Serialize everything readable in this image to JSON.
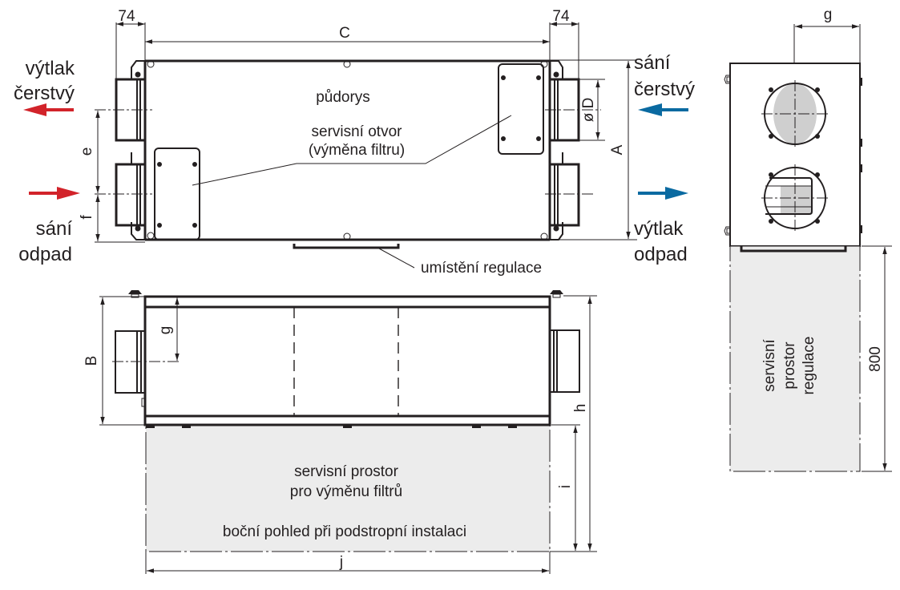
{
  "plan_view": {
    "title": "půdorys",
    "service_opening_line1": "servisní otvor",
    "service_opening_line2": "(výměna filtru)",
    "control_location": "umístění regulace"
  },
  "airflows": {
    "left_top": {
      "line1": "výtlak",
      "line2": "čerstvý",
      "direction": "left",
      "color": "#d2232a"
    },
    "left_bottom": {
      "line1": "sání",
      "line2": "odpad",
      "direction": "right",
      "color": "#d2232a"
    },
    "right_top": {
      "line1": "sání",
      "line2": "čerstvý",
      "direction": "left",
      "color": "#0a6aa1"
    },
    "right_bottom": {
      "line1": "výtlak",
      "line2": "odpad",
      "direction": "right",
      "color": "#0a6aa1"
    }
  },
  "dimensions": {
    "left_spigot": "74",
    "right_spigot": "74",
    "length": "C",
    "width": "A",
    "diameter": "ø D",
    "spigot_spacing": "e",
    "spigot_offset": "f",
    "height": "B",
    "spigot_height": "g",
    "end_view_offset": "g",
    "total_height": "h",
    "service_depth": "i",
    "service_length": "j",
    "control_service_depth": "800"
  },
  "side_view": {
    "service_space_line1": "servisní prostor",
    "service_space_line2": "pro výměnu filtrů",
    "caption": "boční pohled při podstropní instalaci"
  },
  "end_view": {
    "service_line1": "servisní",
    "service_line2": "prostor",
    "service_line3": "regulace"
  }
}
